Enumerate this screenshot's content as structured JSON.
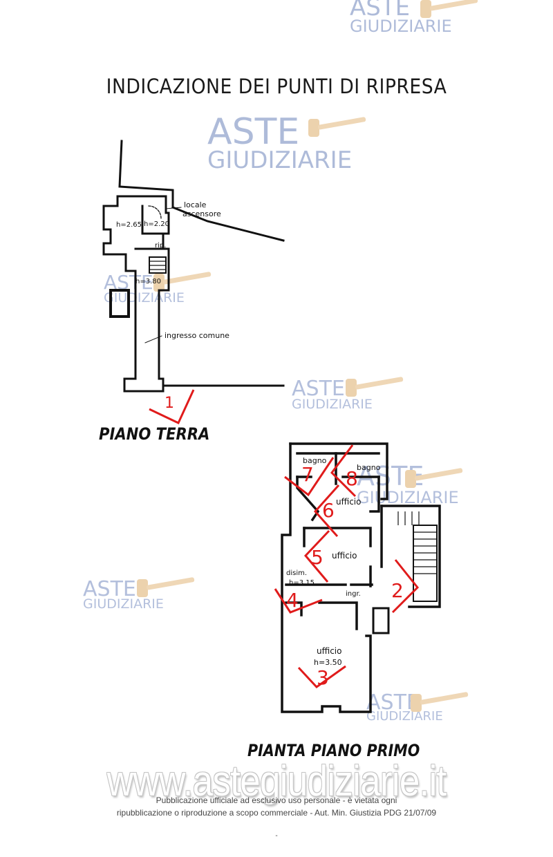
{
  "header": {
    "title": "INDICAZIONE DEI PUNTI DI RIPRESA"
  },
  "watermark": {
    "line1": "ASTE",
    "line2": "GIUDIZIARIE",
    "color": "#a9b7d8",
    "gavel_color": "#e9c9a0",
    "site": "www.astegiudiziarie.it"
  },
  "ground_floor": {
    "label": "PIANO TERRA",
    "rooms": {
      "elevator": "locale",
      "elevator_2": "ascensore",
      "h1": "h=2.65",
      "h2": "h=2.20",
      "storage": "rip.",
      "h3": "h=3.80",
      "entrance": "ingresso comune"
    },
    "shot_points": [
      "1"
    ]
  },
  "first_floor": {
    "label": "PIANTA PIANO PRIMO",
    "rooms": {
      "bath1": "bagno",
      "bath2": "bagno",
      "office1": "ufficio",
      "office2": "ufficio",
      "hall": "disim.",
      "hall_h": "h=3.15",
      "entry": "ingr.",
      "office3": "ufficio",
      "office3_h": "h=3.50"
    },
    "shot_points": [
      "2",
      "3",
      "4",
      "5",
      "6",
      "7",
      "8"
    ]
  },
  "shot_marker_color": "#e01b1b",
  "footer": {
    "line1": "Pubblicazione ufficiale ad esclusivo uso personale - è vietata ogni",
    "line2": "ripubblicazione o riproduzione a scopo commerciale - Aut. Min. Giustizia PDG 21/07/09",
    "line3": "-"
  }
}
